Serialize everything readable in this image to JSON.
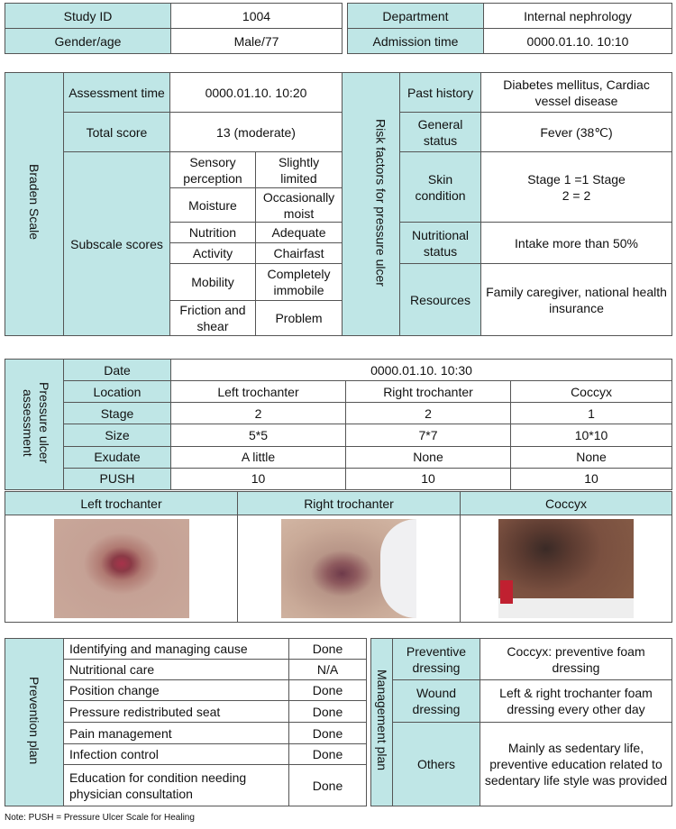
{
  "header": {
    "study_id_label": "Study ID",
    "study_id": "1004",
    "department_label": "Department",
    "department": "Internal nephrology",
    "gender_age_label": "Gender/age",
    "gender_age": "Male/77",
    "admission_label": "Admission time",
    "admission_time": "0000.01.10. 10:10"
  },
  "braden": {
    "section_label": "Braden Scale",
    "assessment_time_label": "Assessment time",
    "assessment_time": "0000.01.10. 10:20",
    "total_score_label": "Total score",
    "total_score": "13 (moderate)",
    "subscale_label": "Subscale scores",
    "subscales": [
      {
        "name": "Sensory perception",
        "value": "Slightly limited"
      },
      {
        "name": "Moisture",
        "value": "Occasionally moist"
      },
      {
        "name": "Nutrition",
        "value": "Adequate"
      },
      {
        "name": "Activity",
        "value": "Chairfast"
      },
      {
        "name": "Mobility",
        "value": "Completely immobile"
      },
      {
        "name": "Friction and shear",
        "value": "Problem"
      }
    ]
  },
  "risk": {
    "section_label": "Risk factors for pressure ulcer",
    "items": [
      {
        "label": "Past history",
        "value": "Diabetes mellitus, Cardiac vessel disease"
      },
      {
        "label": "General status",
        "value": "Fever (38℃)"
      },
      {
        "label": "Skin condition",
        "value": "Stage 1 =1 Stage 2 = 2"
      },
      {
        "label": "Nutritional status",
        "value": "Intake more than 50%"
      },
      {
        "label": "Resources",
        "value": "Family caregiver, national health insurance"
      }
    ]
  },
  "ulcer": {
    "section_label": "Pressure ulcer assessment",
    "date_label": "Date",
    "date": "0000.01.10. 10:30",
    "location_label": "Location",
    "locations": [
      "Left trochanter",
      "Right trochanter",
      "Coccyx"
    ],
    "stage_label": "Stage",
    "stages": [
      "2",
      "2",
      "1"
    ],
    "size_label": "Size",
    "sizes": [
      "5*5",
      "7*7",
      "10*10"
    ],
    "exudate_label": "Exudate",
    "exudates": [
      "A little",
      "None",
      "None"
    ],
    "push_label": "PUSH",
    "push": [
      "10",
      "10",
      "10"
    ],
    "photo_captions": [
      "Left trochanter",
      "Right trochanter",
      "Coccyx"
    ]
  },
  "prevention": {
    "section_label": "Prevention plan",
    "items": [
      {
        "label": "Identifying and managing cause",
        "status": "Done"
      },
      {
        "label": "Nutritional care",
        "status": "N/A"
      },
      {
        "label": "Position change",
        "status": "Done"
      },
      {
        "label": "Pressure redistributed seat",
        "status": "Done"
      },
      {
        "label": "Pain management",
        "status": "Done"
      },
      {
        "label": "Infection control",
        "status": "Done"
      },
      {
        "label": "Education for condition needing physician consultation",
        "status": "Done"
      }
    ]
  },
  "management": {
    "section_label": "Management plan",
    "items": [
      {
        "label": "Preventive dressing",
        "value": "Coccyx: preventive foam dressing"
      },
      {
        "label": "Wound dressing",
        "value": "Left & right trochanter foam dressing every other day"
      },
      {
        "label": "Others",
        "value": "Mainly as sedentary life, preventive education related to sedentary life style was provided"
      }
    ]
  },
  "note": "Note: PUSH = Pressure Ulcer Scale for Healing",
  "colors": {
    "header_fill": "#bfe6e6",
    "border": "#555555"
  }
}
